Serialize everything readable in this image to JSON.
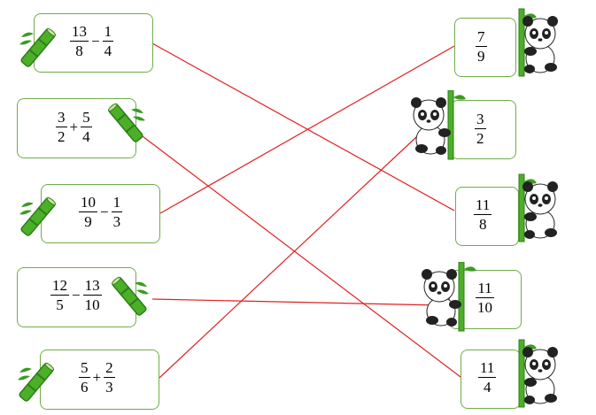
{
  "left_items": [
    {
      "a": {
        "num": "13",
        "den": "8"
      },
      "op": "−",
      "b": {
        "num": "1",
        "den": "4"
      }
    },
    {
      "a": {
        "num": "3",
        "den": "2"
      },
      "op": "+",
      "b": {
        "num": "5",
        "den": "4"
      }
    },
    {
      "a": {
        "num": "10",
        "den": "9"
      },
      "op": "−",
      "b": {
        "num": "1",
        "den": "3"
      }
    },
    {
      "a": {
        "num": "12",
        "den": "5"
      },
      "op": "−",
      "b": {
        "num": "13",
        "den": "10"
      }
    },
    {
      "a": {
        "num": "5",
        "den": "6"
      },
      "op": "+",
      "b": {
        "num": "2",
        "den": "3"
      }
    }
  ],
  "right_items": [
    {
      "num": "7",
      "den": "9"
    },
    {
      "num": "3",
      "den": "2"
    },
    {
      "num": "11",
      "den": "8"
    },
    {
      "num": "11",
      "den": "10"
    },
    {
      "num": "11",
      "den": "4"
    }
  ],
  "connections": [
    [
      0,
      2
    ],
    [
      1,
      4
    ],
    [
      2,
      0
    ],
    [
      3,
      3
    ],
    [
      4,
      1
    ]
  ],
  "colors": {
    "box_border": "#70ad47",
    "line": "#e02020",
    "bamboo": "#4caf28",
    "bamboo_dark": "#2e7d1a"
  },
  "decorations": {
    "left": "bamboo-icon",
    "right": "panda-icon"
  }
}
